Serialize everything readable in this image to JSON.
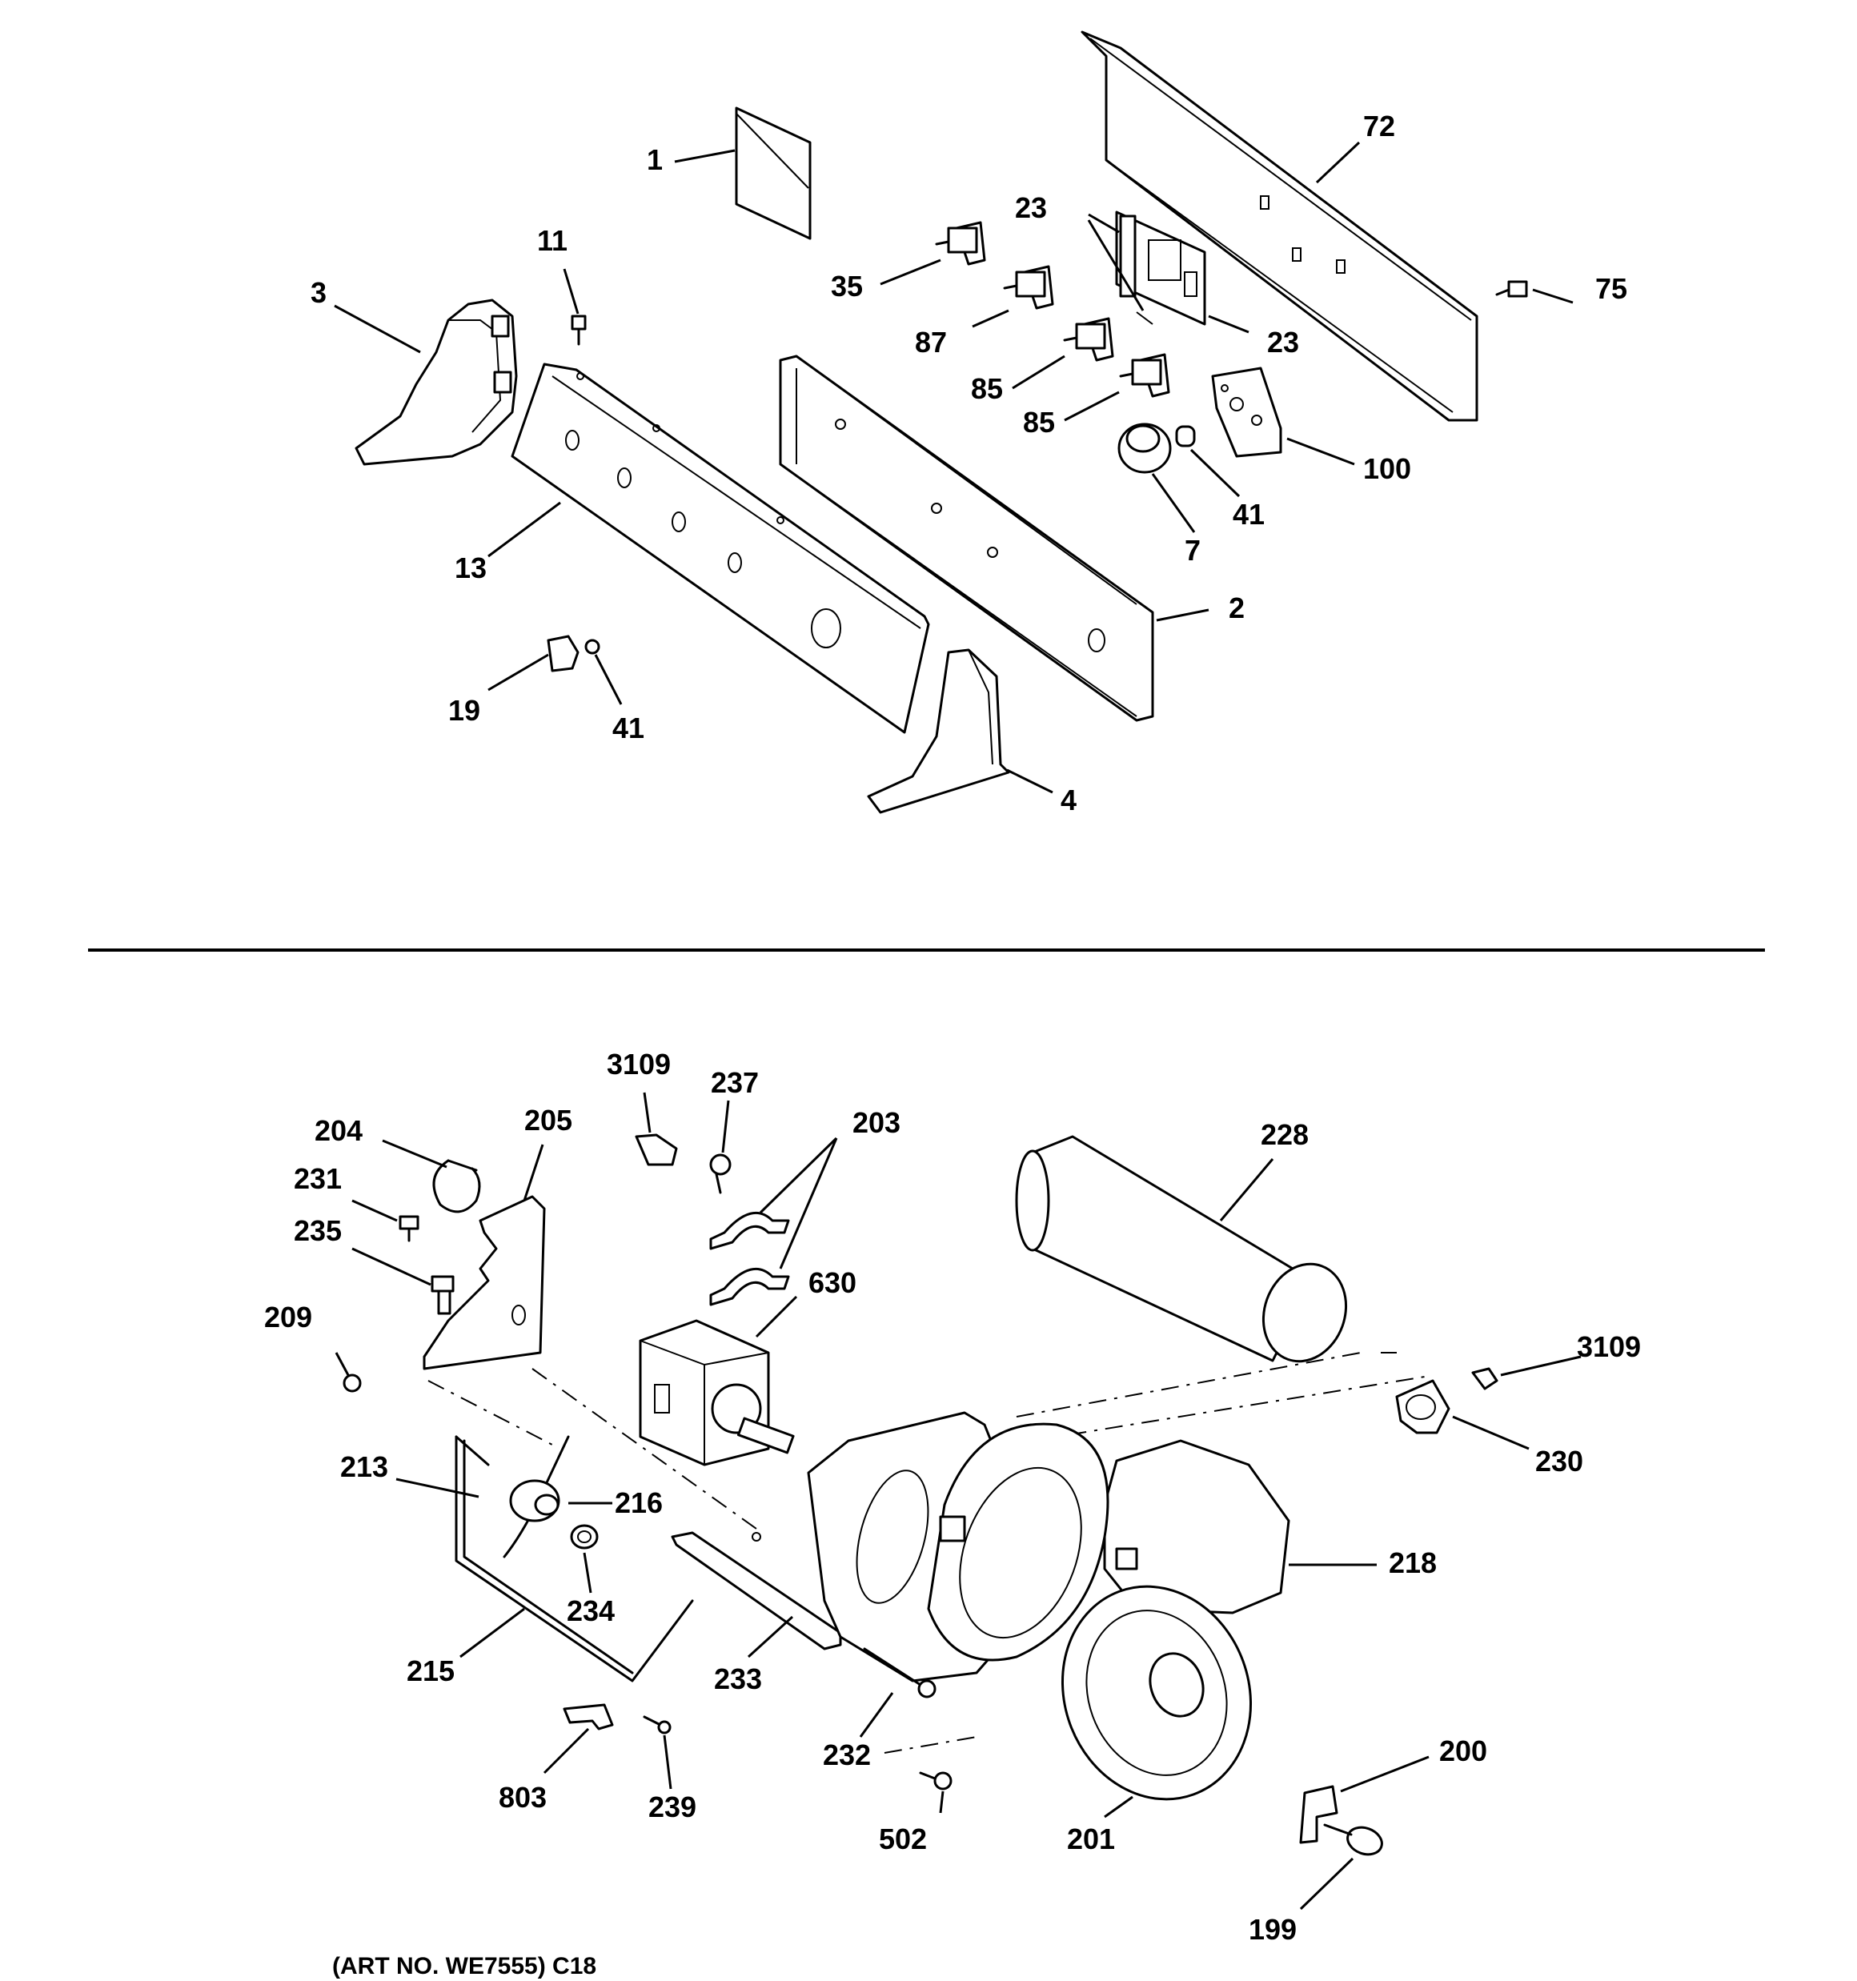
{
  "upper_callouts": [
    "1",
    "72",
    "23",
    "23",
    "3",
    "11",
    "35",
    "87",
    "75",
    "85",
    "85",
    "100",
    "41",
    "7",
    "13",
    "2",
    "19",
    "41",
    "4"
  ],
  "lower_callouts": [
    "3109",
    "237",
    "203",
    "204",
    "205",
    "228",
    "231",
    "235",
    "630",
    "209",
    "3109",
    "230",
    "213",
    "216",
    "218",
    "234",
    "215",
    "233",
    "232",
    "803",
    "239",
    "200",
    "502",
    "201",
    "199"
  ],
  "footer": "(ART NO. WE7555) C18"
}
